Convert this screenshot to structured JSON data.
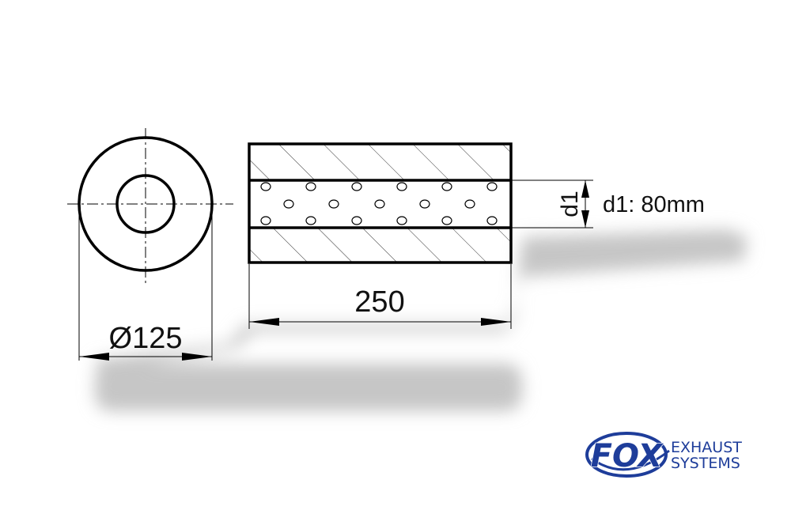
{
  "dimensions": {
    "diameter_label": "Ø125",
    "length_label": "250",
    "inner_symbol": "d1",
    "inner_diameter_label": "d1: 80mm"
  },
  "brand": {
    "logo_word": "FOX",
    "line1": "EXHAUST",
    "line2": "SYSTEMS",
    "logo_color": "#1e3d9a",
    "text_color": "#1e3d9a"
  },
  "colors": {
    "line": "#000000",
    "shadow": "#c8c8c8"
  }
}
